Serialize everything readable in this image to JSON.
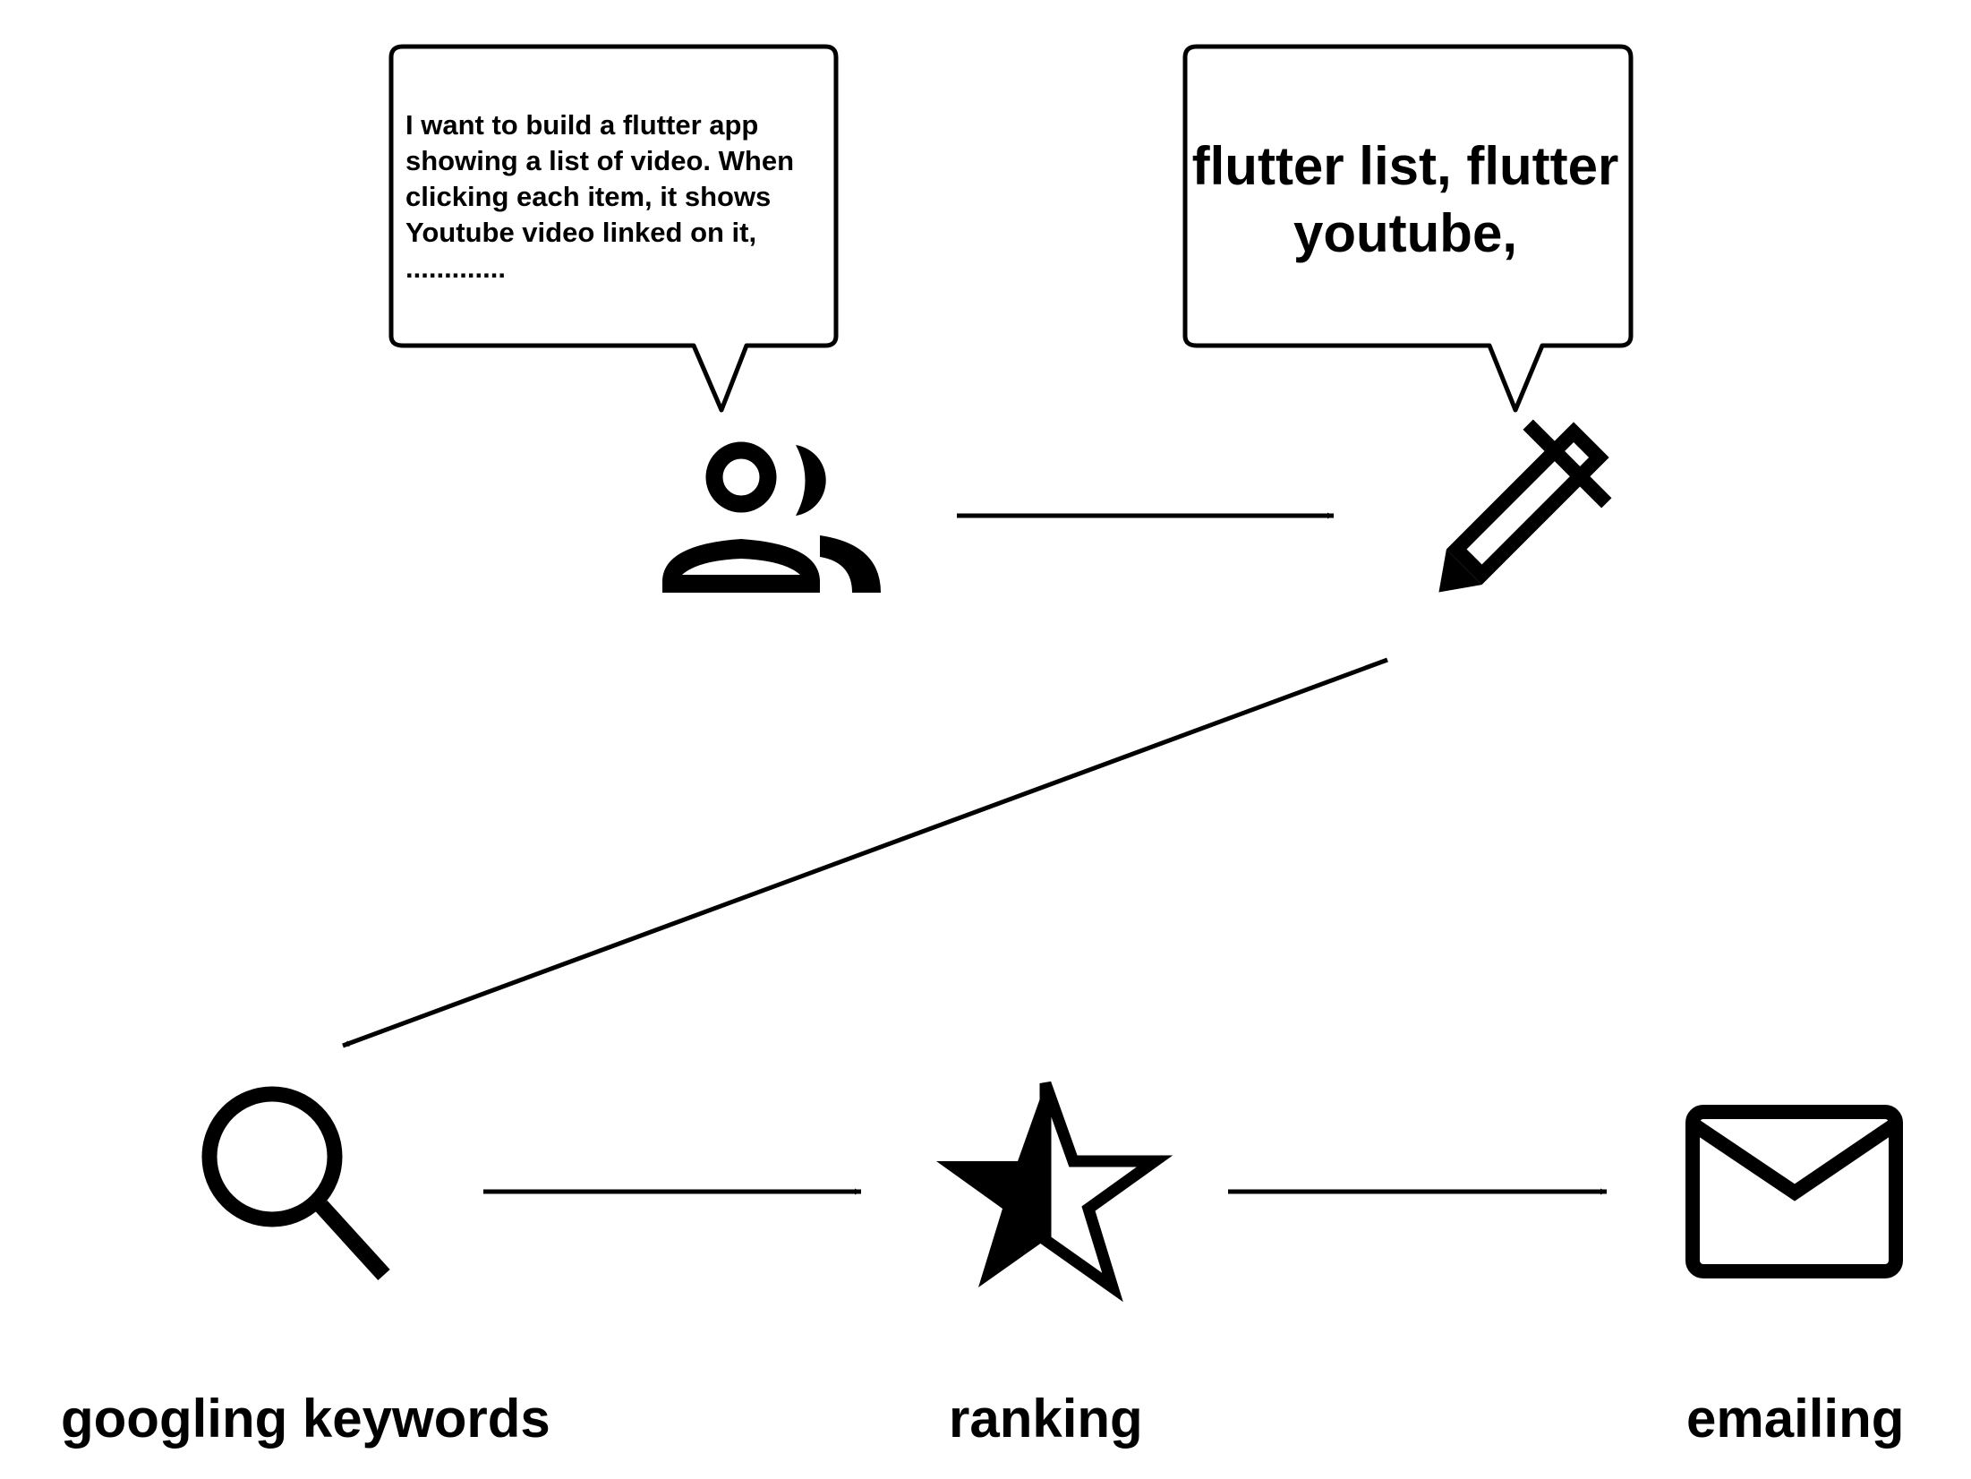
{
  "bubbles": {
    "request": "I want to build a flutter app showing a list of video. When clicking each item, it shows Youtube video linked on it, .............",
    "keywords": "flutter list, flutter youtube,"
  },
  "steps": {
    "googling": "googling keywords",
    "ranking": "ranking",
    "emailing": "emailing"
  },
  "icons": [
    "people-icon",
    "pencil-icon",
    "search-icon",
    "half-star-icon",
    "mail-icon"
  ],
  "colors": {
    "stroke": "#000000",
    "background": "#ffffff"
  }
}
